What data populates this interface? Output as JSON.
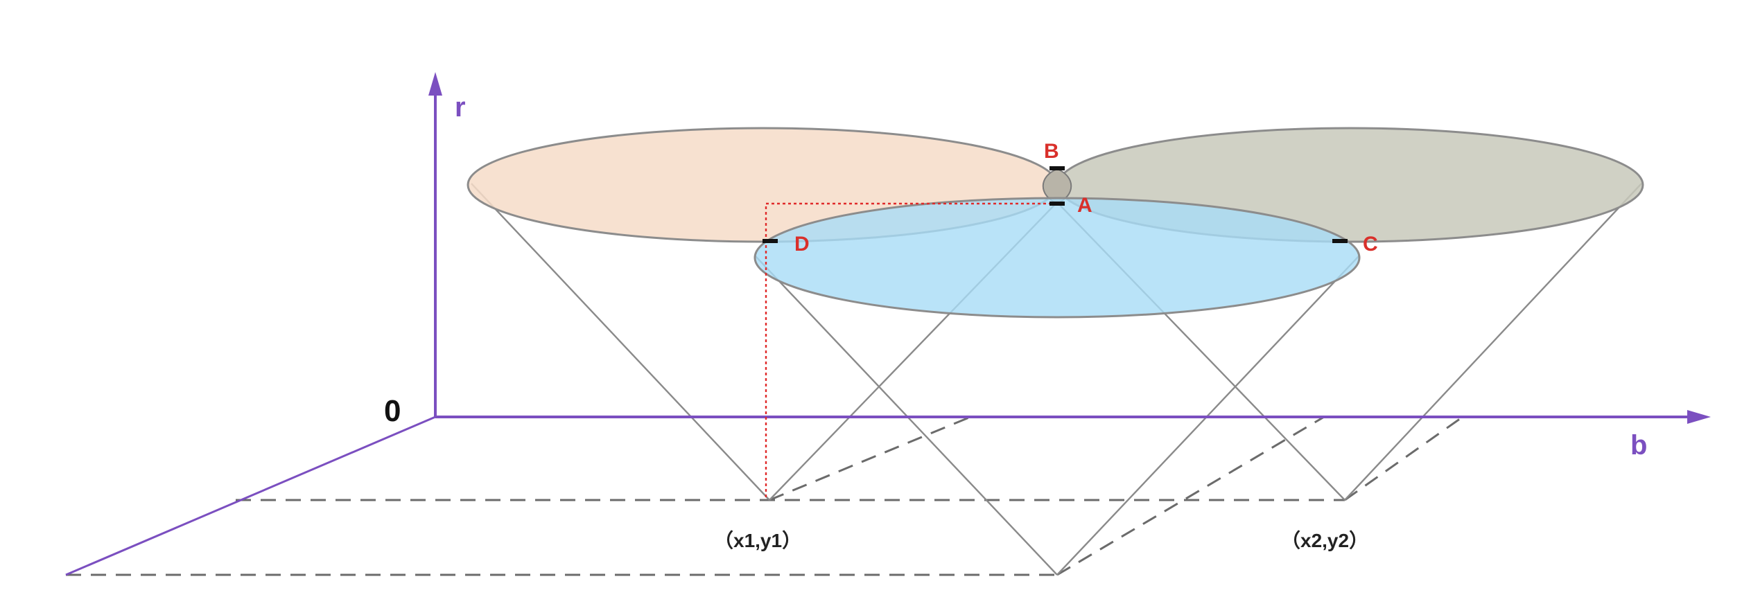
{
  "axes": {
    "vertical_label": "r",
    "horizontal_label": "b",
    "origin_label": "0"
  },
  "points": {
    "a": "A",
    "b": "B",
    "c": "C",
    "d": "D"
  },
  "centers": {
    "first": "（x1,y1）",
    "second": "（x2,y2）"
  },
  "colors": {
    "axis": "#7b4fc0",
    "left_circle": "#f6dcc8",
    "right_circle": "#c8c9bb",
    "front_circle": "#a8dcf6",
    "lens": "#b8b4a8",
    "point_label": "#d9302b"
  }
}
